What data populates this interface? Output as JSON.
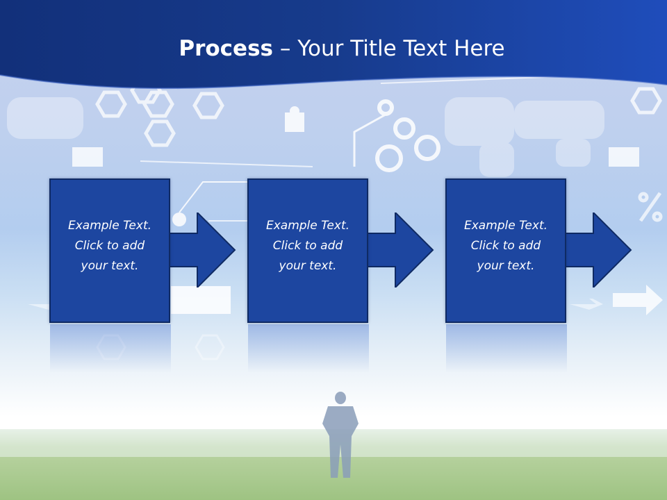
{
  "slide": {
    "title_bold": "Process",
    "title_rest": " – Your Title Text Here",
    "colors": {
      "header_blue": "#1a3f8f",
      "box_fill": "#1d46a0",
      "box_border": "#0f2a63",
      "text": "#ffffff"
    }
  },
  "background": {
    "icons": [
      "world-map",
      "hexagons",
      "gears",
      "puzzle-piece",
      "info-badge",
      "person-silhouette",
      "grass-field",
      "airplane",
      "people-row",
      "percent-sign"
    ]
  },
  "steps": [
    {
      "lines": [
        "Example Text.",
        "Click  to add",
        "your text."
      ]
    },
    {
      "lines": [
        "Example Text.",
        "Click  to add",
        "your text."
      ]
    },
    {
      "lines": [
        "Example Text.",
        "Click  to add",
        "your text."
      ]
    }
  ]
}
